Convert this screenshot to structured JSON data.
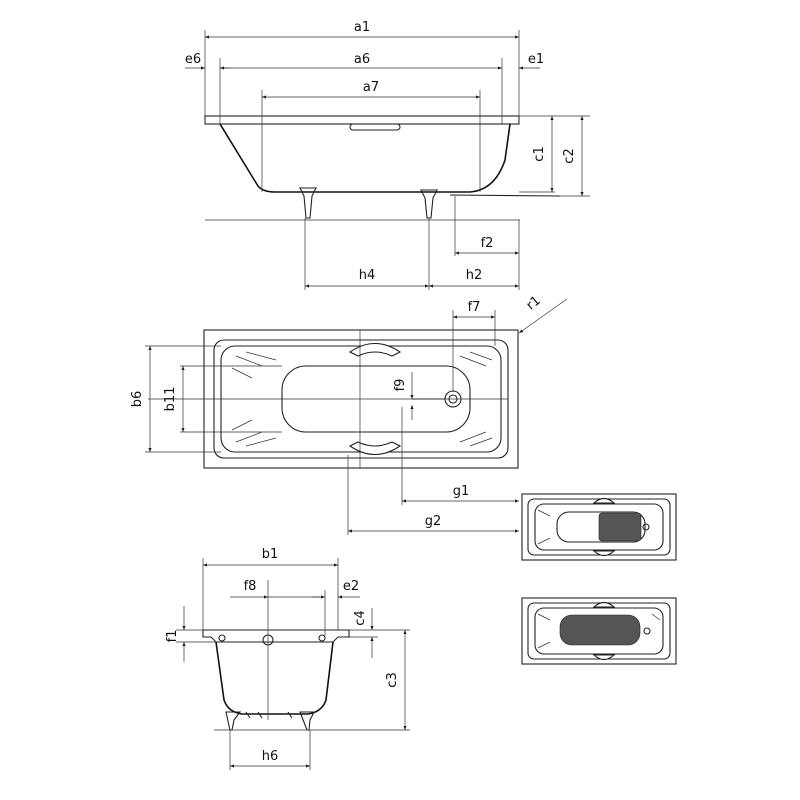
{
  "dimensions": {
    "a1": "a1",
    "a6": "a6",
    "a7": "a7",
    "e6": "e6",
    "e1": "e1",
    "c1": "c1",
    "c2": "c2",
    "f2": "f2",
    "h4": "h4",
    "h2": "h2",
    "f7": "f7",
    "r1": "r1",
    "b6": "b6",
    "b11": "b11",
    "f9": "f9",
    "g1": "g1",
    "g2": "g2",
    "b1": "b1",
    "f8": "f8",
    "e2": "e2",
    "f1": "f1",
    "c4": "c4",
    "c3": "c3",
    "h6": "h6"
  },
  "colors": {
    "line": "#222222",
    "background": "#ffffff",
    "grate": "#555555"
  }
}
